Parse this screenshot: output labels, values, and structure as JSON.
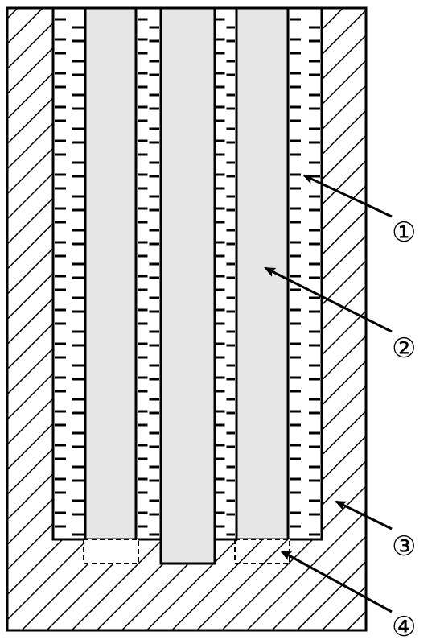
{
  "labels": {
    "l1": "①",
    "l2": "②",
    "l3": "③",
    "l4": "④"
  },
  "colors": {
    "stroke": "#000000",
    "electrode_fill": "#e6e6e6",
    "background": "#ffffff"
  }
}
